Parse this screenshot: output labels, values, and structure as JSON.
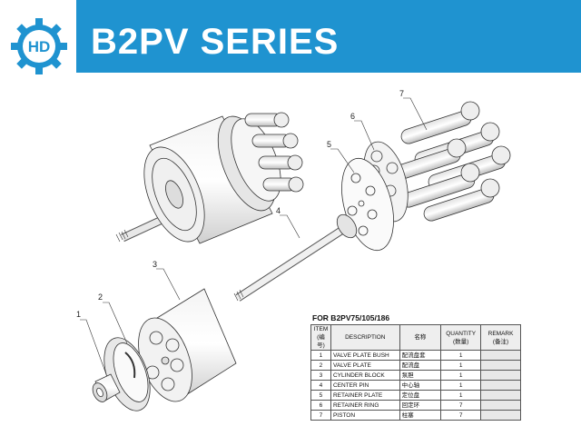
{
  "header": {
    "logo_text": "HD",
    "title": "B2PV SERIES"
  },
  "colors": {
    "brand_blue": "#1f93d0",
    "line": "#333333"
  },
  "callouts": [
    "1",
    "2",
    "3",
    "4",
    "5",
    "6",
    "7"
  ],
  "parts_table": {
    "caption": "FOR B2PV75/105/186",
    "headers": {
      "item": "ITEM",
      "item_cn": "(编号)",
      "description": "DESCRIPTION",
      "name_cn": "名称",
      "quantity": "QUANTITY",
      "quantity_cn": "(数量)",
      "remark": "REMARK",
      "remark_cn": "(备注)"
    },
    "rows": [
      {
        "item": "1",
        "description": "VALVE PLATE BUSH",
        "name_cn": "配流盘套",
        "quantity": "1",
        "remark": ""
      },
      {
        "item": "2",
        "description": "VALVE PLATE",
        "name_cn": "配流盘",
        "quantity": "1",
        "remark": ""
      },
      {
        "item": "3",
        "description": "CYLINDER BLOCK",
        "name_cn": "泵胆",
        "quantity": "1",
        "remark": ""
      },
      {
        "item": "4",
        "description": "CENTER PIN",
        "name_cn": "中心轴",
        "quantity": "1",
        "remark": ""
      },
      {
        "item": "5",
        "description": "RETAINER PLATE",
        "name_cn": "定位盘",
        "quantity": "1",
        "remark": ""
      },
      {
        "item": "6",
        "description": "RETAINER RING",
        "name_cn": "回定环",
        "quantity": "7",
        "remark": ""
      },
      {
        "item": "7",
        "description": "PISTON",
        "name_cn": "柱塞",
        "quantity": "7",
        "remark": ""
      }
    ]
  }
}
